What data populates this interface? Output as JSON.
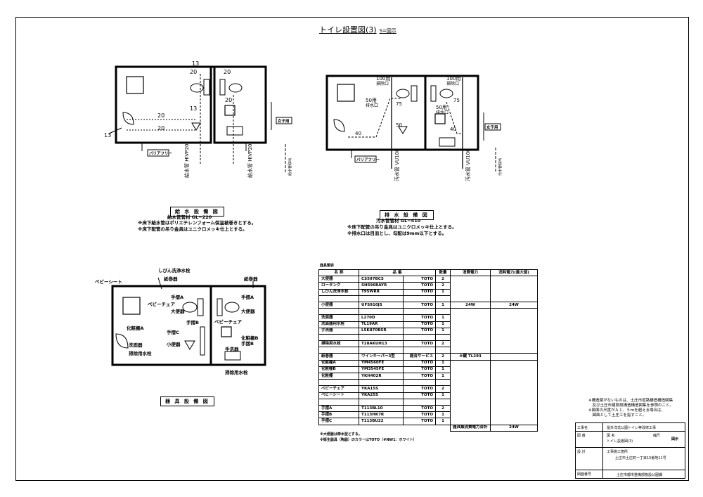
{
  "page": {
    "title": "トイレ設置図(3)",
    "scale": "S=図示"
  },
  "plan_water": {
    "dims": {
      "d13a": "13",
      "d20a": "20",
      "d20b": "20",
      "d13b": "13",
      "d13c": "13",
      "d20c": "20",
      "d20d": "20",
      "d20e": "20"
    },
    "barrier_label": "バリアフリー",
    "women_label": "女子用",
    "pipe1": "給水管 HIVP20",
    "pipe2": "給水管 HIVP20",
    "side_label": "給水管取出"
  },
  "plan_drain": {
    "dims": {
      "d100a": "100用",
      "d100a2": "掃除口",
      "d100b": "100用",
      "d100b2": "掃除口",
      "d50a": "50用",
      "d50a2": "排水口",
      "d50b": "50用",
      "d50b2": "排水口",
      "d50c": "50",
      "d75a": "75",
      "d75b": "75",
      "d40a": "40",
      "d40b": "40"
    },
    "barrier_label": "バリアフリー",
    "women_label": "女子用",
    "pipe1": "汚水管 VU100",
    "pipe2": "汚水管 VU100",
    "side_label": "汚水管取出"
  },
  "water_notes": {
    "heading": "給 水 設 備 図",
    "line1": "給水管管材 GL−220",
    "line2": "※床下給水管はポリエチレンフォーム保温被巻きとする。",
    "line3": "※床下配管の吊り金具はユニクロメッキ仕上とする。"
  },
  "drain_notes": {
    "heading": "排 水 設 備 図",
    "line1": "汚水管管材 GL−410",
    "line2": "※床下配管の吊り金具はユニクロメッキ仕上とする。",
    "line3": "※排水口は目皿とし、勾配は9mm以下とする。"
  },
  "plan_fixture": {
    "labels": {
      "baby_sheet": "ベビーシート",
      "shibin": "しびん洗浄水栓",
      "paper1": "紙巻器",
      "paper2": "紙巻器",
      "hand_a": "手摺A",
      "hand_a2": "手摺A",
      "baby_chair": "ベビーチェア",
      "baby_chair2": "ベビーチェア",
      "toilet": "大便器",
      "toilet2": "大便器",
      "hand_b": "手摺B",
      "vanity_a": "化粧棚A",
      "hand_c": "手摺C",
      "urinal": "小便器",
      "washbasin": "洗面器",
      "clean_tap": "掃除用水栓",
      "vanity_b": "化粧棚B",
      "hand_b2": "手摺B",
      "washbasin2": "手洗器",
      "clean_tap2": "掃除用水栓"
    }
  },
  "fixture_notes": {
    "heading": "器 具 設 備 図"
  },
  "table": {
    "caption": "器具類表",
    "headers": [
      "名 称",
      "品 番",
      "数量",
      "消費電力",
      "消耗電力(最大値)"
    ],
    "rows": [
      [
        "大便器",
        "CS597BCS",
        "TOTO",
        "2",
        "",
        ""
      ],
      [
        "ロータンク",
        "SH596BAYR",
        "TOTO",
        "2",
        "",
        ""
      ],
      [
        "しびん洗浄水栓",
        "T95WRR",
        "TOTO",
        "1",
        "",
        ""
      ],
      [
        "",
        "",
        "",
        "",
        "",
        ""
      ],
      [
        "小便器",
        "UFS910JS",
        "TOTO",
        "1",
        "24W",
        "24W"
      ],
      [
        "",
        "",
        "",
        "",
        "",
        ""
      ],
      [
        "洗面器",
        "L270D",
        "TOTO",
        "1",
        "",
        ""
      ],
      [
        "洗面器用水栓",
        "TL19AR",
        "TOTO",
        "1",
        "",
        ""
      ],
      [
        "手洗器",
        "LSK870BSR",
        "TOTO",
        "1",
        "",
        ""
      ],
      [
        "",
        "",
        "",
        "",
        "",
        ""
      ],
      [
        "掃除用水栓",
        "T28AKUH13",
        "TOTO",
        "2",
        "",
        ""
      ],
      [
        "",
        "",
        "",
        "",
        "",
        ""
      ],
      [
        "紙巻器",
        "ワインキーパー3型",
        "総合サービス",
        "2",
        "※鍵 TL293",
        ""
      ],
      [
        "化粧棚A",
        "YM4560FE",
        "TOTO",
        "1",
        "",
        ""
      ],
      [
        "化粧棚B",
        "YM3545FE",
        "TOTO",
        "1",
        "",
        ""
      ],
      [
        "化粧棚",
        "YKH402R",
        "TOTO",
        "1",
        "",
        ""
      ],
      [
        "",
        "",
        "",
        "",
        "",
        ""
      ],
      [
        "ベビーチェア",
        "YKA15S",
        "TOTO",
        "2",
        "",
        ""
      ],
      [
        "ベビーシート",
        "YKA25S",
        "TOTO",
        "1",
        "",
        ""
      ],
      [
        "",
        "",
        "",
        "",
        "",
        ""
      ],
      [
        "手摺A",
        "T113BL10",
        "TOTO",
        "2",
        "",
        ""
      ],
      [
        "手摺B",
        "T113HK7R",
        "TOTO",
        "1",
        "",
        ""
      ],
      [
        "手摺C",
        "T113BU22",
        "TOTO",
        "1",
        "",
        ""
      ]
    ],
    "total_label": "器具類消費電力合計",
    "total_value": "24W",
    "foot1": "※大便器は節水型とする。",
    "foot2": "※衛生器具（陶器）のカラーはTOTO（#NW1：ホワイト）"
  },
  "right_notes": {
    "line1": "※構造図がないものは、土庄市道路構造構造図集",
    "line2": "　及び土庄市建設局構造構造図集を参照のこと。",
    "line3": "※図面の尺度がＡ１、５ｍを超える場合は、",
    "line4": "　図面として土庄工を指すこと。"
  },
  "title_block": {
    "r1_lbl": "工事名",
    "r1_val": "屋外洋式公園トイレ等改修工事",
    "r2_lbl": "図 番",
    "r2_mid": "縮尺",
    "r2_val": "図示",
    "r2_sub": "図 名",
    "r2_name": "トイレ設置図(3)",
    "r3_lbl": "設 計",
    "r3_val": "工事施工箇所",
    "r3_sub": "土庄市土庄町一丁目15番地11号",
    "r4_lbl": "図面番号",
    "r4_val": "土庄市都市整備部施設公園課"
  }
}
